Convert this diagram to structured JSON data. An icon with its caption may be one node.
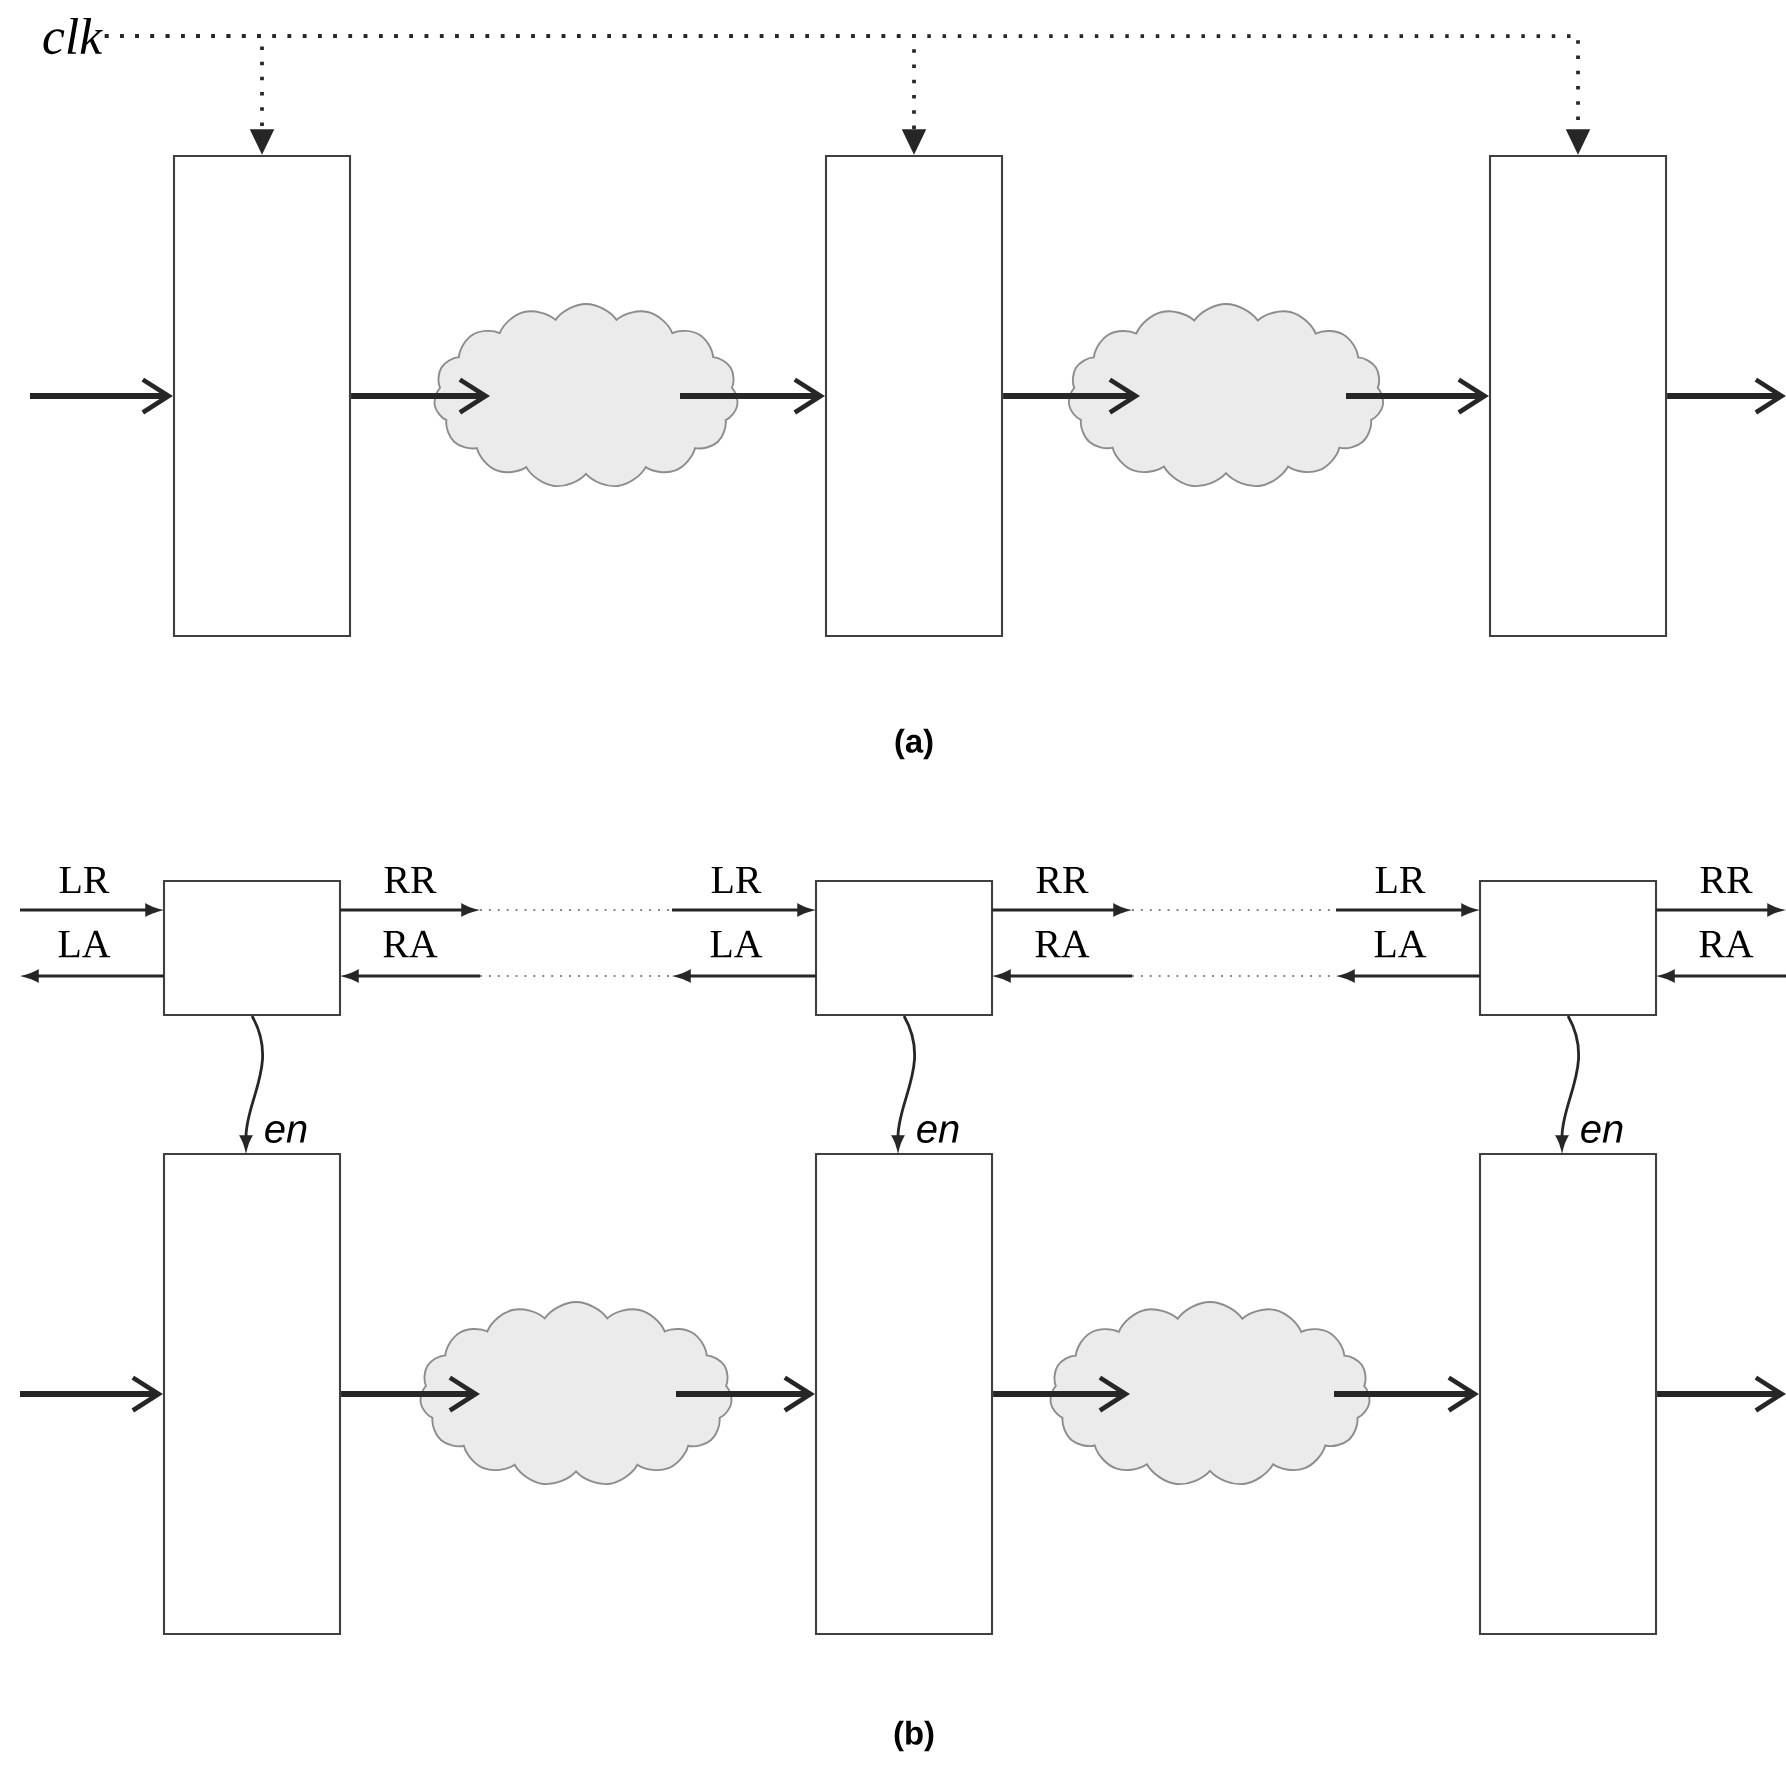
{
  "diagram": {
    "nodes": [
      {
        "text": [
          "clk"
        ]
      },
      {
        "text": [],
        "shape": "box"
      },
      {
        "text": [],
        "shape": "box"
      },
      {
        "text": [],
        "shape": "box"
      },
      {
        "text": [],
        "shape": "cloud"
      },
      {
        "text": [],
        "shape": "cloud"
      },
      {
        "text": [],
        "shape": "box"
      },
      {
        "text": [],
        "shape": "box"
      },
      {
        "text": [],
        "shape": "box"
      },
      {
        "text": [],
        "shape": "box"
      },
      {
        "text": [],
        "shape": "box"
      },
      {
        "text": [],
        "shape": "box"
      },
      {
        "text": [],
        "shape": "cloud"
      },
      {
        "text": [],
        "shape": "cloud"
      }
    ],
    "edges": [
      {
        "from": 0,
        "to": 1,
        "arrow": "to",
        "style": "dashed"
      },
      {
        "from": 0,
        "to": 2,
        "arrow": "to",
        "style": "dashed"
      },
      {
        "from": 0,
        "to": 3,
        "arrow": "to",
        "style": "dashed"
      },
      {
        "from": null,
        "to": 1,
        "arrow": "to",
        "style": "thick"
      },
      {
        "from": 1,
        "to": 4,
        "arrow": "to",
        "style": "thick"
      },
      {
        "from": 4,
        "to": 2,
        "arrow": "to",
        "style": "thick"
      },
      {
        "from": 2,
        "to": 5,
        "arrow": "to",
        "style": "thick"
      },
      {
        "from": 5,
        "to": 3,
        "arrow": "to",
        "style": "thick"
      },
      {
        "from": 3,
        "to": null,
        "arrow": "to",
        "style": "thick"
      },
      {
        "from": null,
        "to": 6,
        "arrow": "to",
        "label": "LR"
      },
      {
        "from": 6,
        "to": null,
        "arrow": "to",
        "label": "LA"
      },
      {
        "from": 6,
        "to": null,
        "arrow": "to",
        "label": "RR"
      },
      {
        "from": null,
        "to": 6,
        "arrow": "to",
        "label": "RA"
      },
      {
        "from": null,
        "to": 7,
        "arrow": "to",
        "label": "LR"
      },
      {
        "from": 7,
        "to": null,
        "arrow": "to",
        "label": "LA"
      },
      {
        "from": 7,
        "to": null,
        "arrow": "to",
        "label": "RR"
      },
      {
        "from": null,
        "to": 7,
        "arrow": "to",
        "label": "RA"
      },
      {
        "from": null,
        "to": 8,
        "arrow": "to",
        "label": "LR"
      },
      {
        "from": 8,
        "to": null,
        "arrow": "to",
        "label": "LA"
      },
      {
        "from": 8,
        "to": null,
        "arrow": "to",
        "label": "RR"
      },
      {
        "from": null,
        "to": 8,
        "arrow": "to",
        "label": "RA"
      },
      {
        "from": 6,
        "to": 9,
        "arrow": "to",
        "label": "en"
      },
      {
        "from": 7,
        "to": 10,
        "arrow": "to",
        "label": "en"
      },
      {
        "from": 8,
        "to": 11,
        "arrow": "to",
        "label": "en"
      },
      {
        "from": null,
        "to": 9,
        "arrow": "to",
        "style": "thick"
      },
      {
        "from": 9,
        "to": 12,
        "arrow": "to",
        "style": "thick"
      },
      {
        "from": 12,
        "to": 10,
        "arrow": "to",
        "style": "thick"
      },
      {
        "from": 10,
        "to": 13,
        "arrow": "to",
        "style": "thick"
      },
      {
        "from": 13,
        "to": 11,
        "arrow": "to",
        "style": "thick"
      },
      {
        "from": 11,
        "to": null,
        "arrow": "to",
        "style": "thick"
      }
    ],
    "labels": [
      "(a)",
      "(b)"
    ]
  }
}
